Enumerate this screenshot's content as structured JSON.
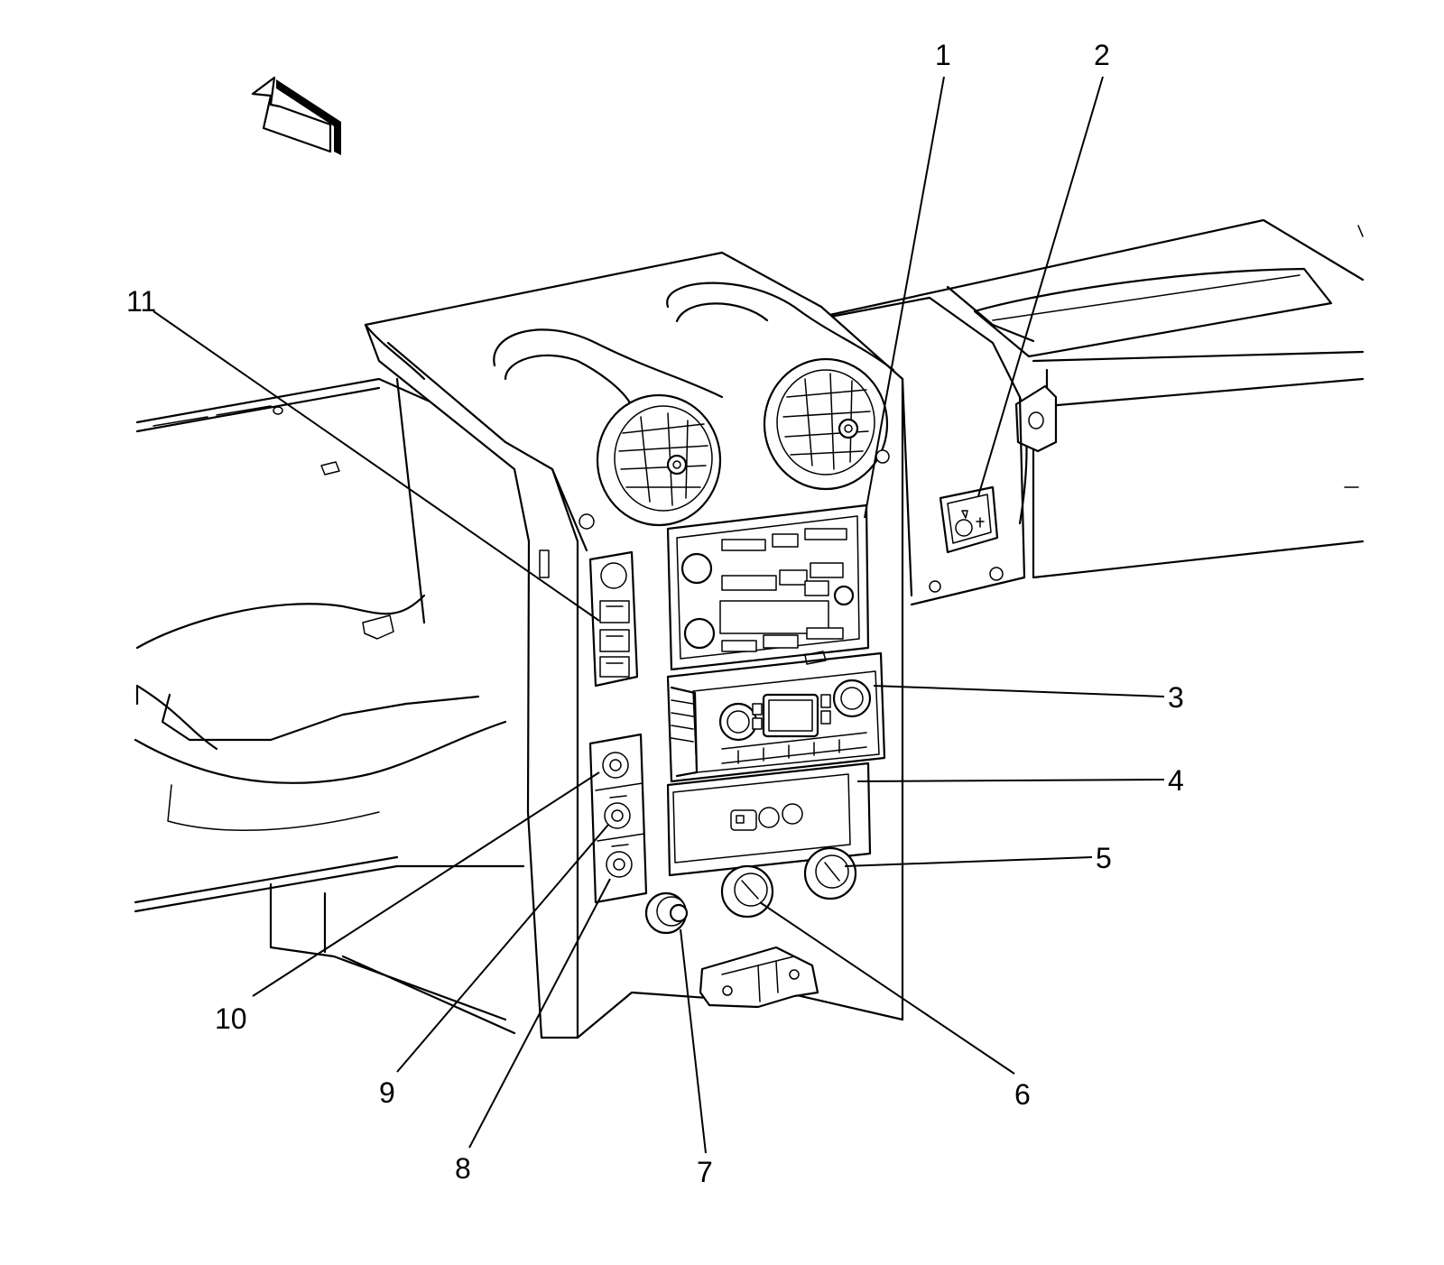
{
  "diagram": {
    "callouts": [
      "1",
      "2",
      "3",
      "4",
      "5",
      "6",
      "7",
      "8",
      "9",
      "10",
      "11"
    ]
  },
  "icons": {
    "direction_arrow": "forward-direction-arrow-icon"
  }
}
